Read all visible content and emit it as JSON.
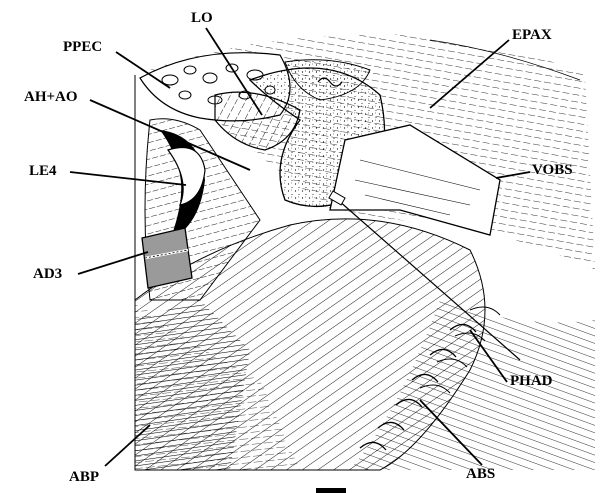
{
  "labels": {
    "lo": "LO",
    "ppec": "PPEC",
    "epax": "EPAX",
    "ah_ao": "AH+AO",
    "le4": "LE4",
    "vobs": "VOBS",
    "ad3": "AD3",
    "phad": "PHAD",
    "abp": "ABP",
    "abs": "ABS"
  },
  "colors": {
    "ink": "#000000",
    "paper": "#ffffff",
    "bone_shade": "#9a9a9a"
  }
}
